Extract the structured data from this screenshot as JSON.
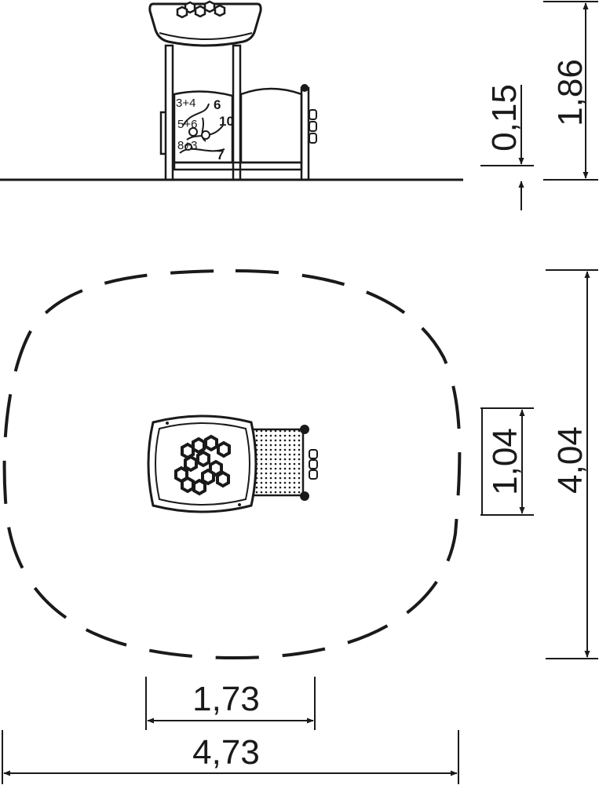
{
  "dimensions": {
    "total_height": "1,86",
    "fall_height": "0,15",
    "depth_safety": "4,04",
    "depth_equipment": "1,04",
    "width_equipment": "1,73",
    "width_safety": "4,73"
  },
  "panel_numbers": [
    "6",
    "10",
    "7"
  ],
  "panel_small_labels": [
    "3+4",
    "5+6",
    "8+3"
  ],
  "colors": {
    "ink": "#1a1a1a",
    "background": "#ffffff"
  }
}
